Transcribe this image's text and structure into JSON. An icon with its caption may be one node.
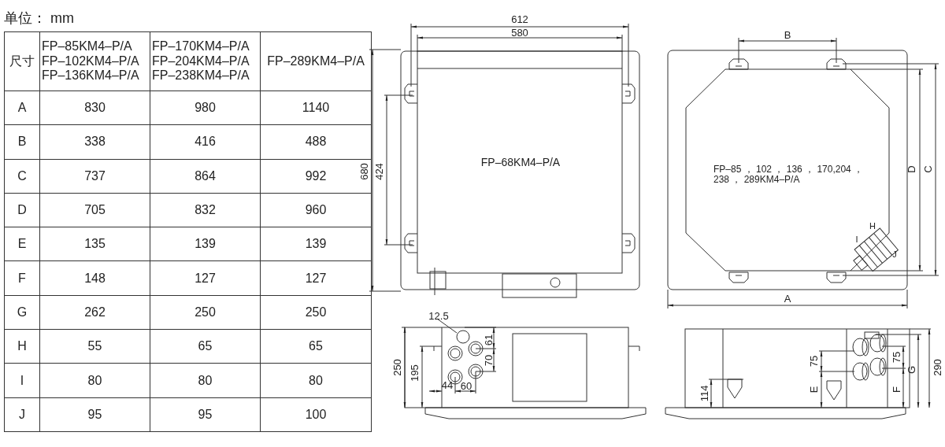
{
  "diagram": {
    "labels": [
      "单位： mm",
      "尺寸",
      "FP–85KM4–P/A FP–102KM4–P/A FP–136KM4–P/A",
      "FP–170KM4–P/A FP–204KM4–P/A FP–238KM4–P/A",
      "FP–289KM4–P/A",
      "A",
      "830",
      "980",
      "1140",
      "B",
      "338",
      "416",
      "488",
      "C",
      "737",
      "864",
      "992",
      "D",
      "705",
      "832",
      "960",
      "E",
      "135",
      "139",
      "139",
      "F",
      "148",
      "127",
      "127",
      "G",
      "262",
      "250",
      "250",
      "H",
      "55",
      "65",
      "65",
      "I",
      "80",
      "80",
      "80",
      "J",
      "95",
      "95",
      "100",
      "612",
      "580",
      "680",
      "424",
      "FP–68KM4–P/A",
      "B",
      "D",
      "C",
      "FP–85 ， 102 ， 136 ， 170,204 ， 238 ， 289KM4–P/A",
      "H",
      "I",
      "J",
      "A",
      "12.5",
      "61",
      "70",
      "250",
      "195",
      "44",
      "60",
      "114",
      "75",
      "E",
      "75",
      "F",
      "G",
      "290"
    ]
  }
}
